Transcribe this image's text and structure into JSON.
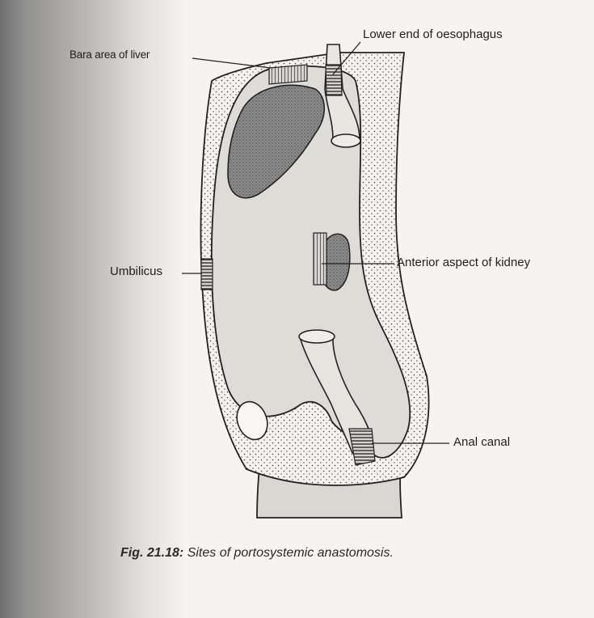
{
  "diagram": {
    "labels": {
      "bare_area_of_liver": "Bara area of liver",
      "lower_end_oesophagus": "Lower end of oesophagus",
      "umbilicus": "Umbilicus",
      "anterior_kidney": "Anterior aspect of kidney",
      "anal_canal": "Anal canal"
    }
  },
  "caption": {
    "figure_number": "Fig. 21.18:",
    "text": "Sites of portosystemic anastomosis."
  }
}
